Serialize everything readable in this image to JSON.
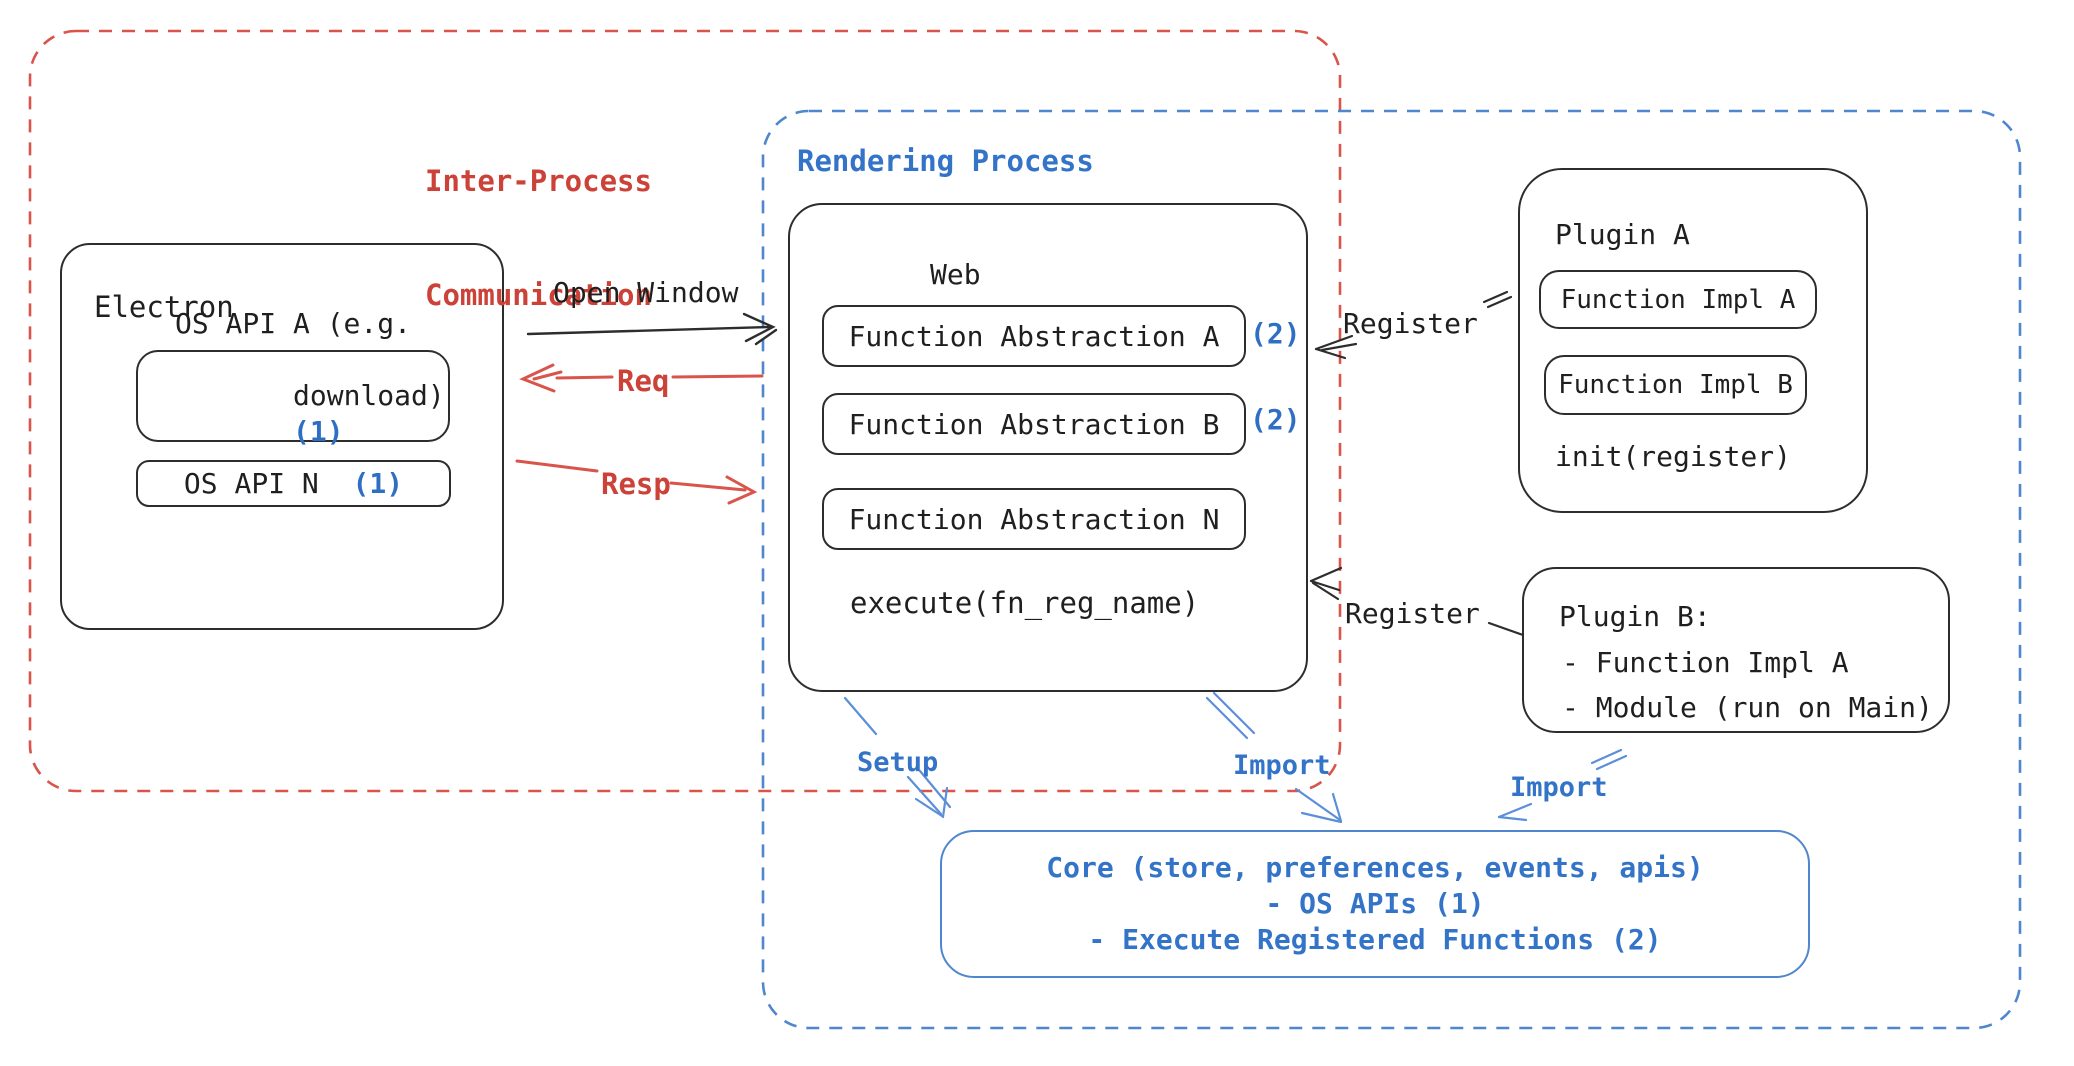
{
  "labels": {
    "ipc_line1": "Inter-Process",
    "ipc_line2": "Communication",
    "rendering": "Rendering Process"
  },
  "electron": {
    "title": "Electron",
    "api_a_line1": "OS API A (e.g.",
    "api_a_line2": "download)",
    "api_a_note": "(1)",
    "api_n": "OS API N",
    "api_n_note": "(1)"
  },
  "web": {
    "title": "Web",
    "fa_a": "Function Abstraction A",
    "fa_a_note": "(2)",
    "fa_b": "Function Abstraction B",
    "fa_b_note": "(2)",
    "fa_n": "Function Abstraction N",
    "execute": "execute(fn_reg_name)"
  },
  "plugin_a": {
    "title": "Plugin A",
    "impl_a": "Function Impl A",
    "impl_b": "Function Impl B",
    "init": "init(register)"
  },
  "plugin_b": {
    "title": "Plugin B:",
    "item1": "- Function Impl A",
    "item2": "- Module (run on Main)"
  },
  "core": {
    "line1": "Core (store, preferences, events, apis)",
    "line2": "- OS APIs (1)",
    "line3": "- Execute Registered Functions (2)"
  },
  "arrows": {
    "open_window": "Open Window",
    "req": "Req",
    "resp": "Resp",
    "register_top": "Register",
    "register_bottom": "Register",
    "setup": "Setup",
    "import_left": "Import",
    "import_right": "Import"
  },
  "colors": {
    "red_text": "#cc4238",
    "red_stroke": "#d9544b",
    "blue_text": "#3474c8",
    "blue_stroke": "#4f86cd",
    "blue_arrow": "#5b8fd8",
    "black_stroke": "#2d2d2d"
  }
}
